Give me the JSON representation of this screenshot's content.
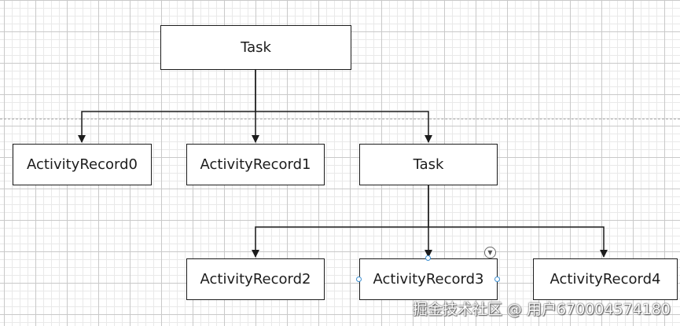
{
  "diagram": {
    "nodes": {
      "task_root": "Task",
      "activity_record_0": "ActivityRecord0",
      "activity_record_1": "ActivityRecord1",
      "task_child": "Task",
      "activity_record_2": "ActivityRecord2",
      "activity_record_3": "ActivityRecord3",
      "activity_record_4": "ActivityRecord4"
    },
    "edges": [
      {
        "from": "task_root",
        "to": "activity_record_0"
      },
      {
        "from": "task_root",
        "to": "activity_record_1"
      },
      {
        "from": "task_root",
        "to": "task_child"
      },
      {
        "from": "task_child",
        "to": "activity_record_2"
      },
      {
        "from": "task_child",
        "to": "activity_record_3"
      },
      {
        "from": "task_child",
        "to": "activity_record_4"
      }
    ],
    "selected_node": "activity_record_3"
  },
  "watermark": "掘金技术社区 @ 用户670004574180",
  "colors": {
    "line": "#1c1c1c",
    "selection_handle": "#3d8fd1",
    "grid": "#c9c9c9"
  },
  "icons": {
    "dropdown": "chevron-down-icon"
  }
}
